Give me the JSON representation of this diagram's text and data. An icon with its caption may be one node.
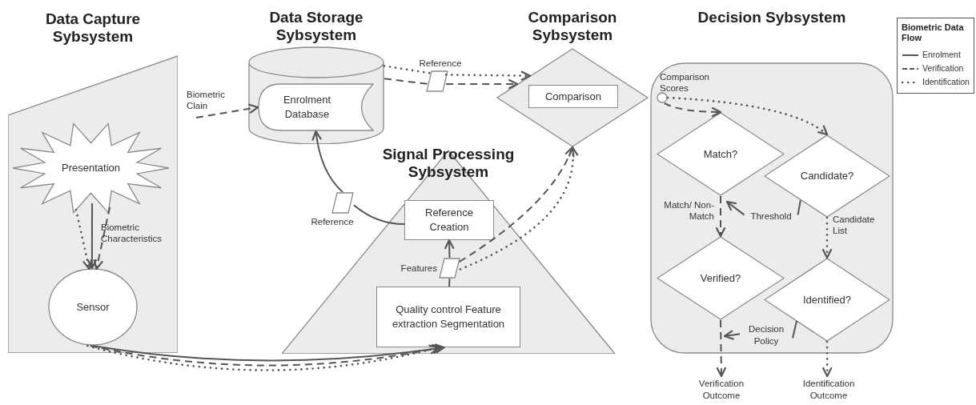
{
  "diagram": {
    "nodes": [
      {
        "text": [
          "Data Capture Sybsystem"
        ]
      },
      {
        "text": [
          "Presentation"
        ],
        "in": 0
      },
      {
        "text": [
          "Sensor"
        ],
        "in": 0
      },
      {
        "text": [
          "Data Storage Sybsystem"
        ]
      },
      {
        "text": [
          "Enrolment Database"
        ],
        "in": 3
      },
      {
        "text": [
          "Signal Processing Sybsystem"
        ]
      },
      {
        "text": [
          "Reference Creation"
        ],
        "in": 5
      },
      {
        "text": [
          "Quality control Feature extraction Segmentation"
        ],
        "in": 5
      },
      {
        "text": [
          "Comparison Sybsystem"
        ]
      },
      {
        "text": [
          "Comparison"
        ],
        "in": 8
      },
      {
        "text": [
          "Decision Sybsystem"
        ]
      },
      {
        "text": [
          "Match?"
        ],
        "in": 10
      },
      {
        "text": [
          "Candidate?"
        ],
        "in": 10
      },
      {
        "text": [
          "Verified?"
        ],
        "in": 10
      },
      {
        "text": [
          "Identified?"
        ],
        "in": 10
      },
      {
        "text": [
          "Verification Outcome"
        ]
      },
      {
        "text": [
          "Identification Outcome"
        ]
      },
      {
        "text": [],
        "shape": "parallelogram",
        "beside": [
          "Reference"
        ]
      },
      {
        "text": [],
        "shape": "parallelogram",
        "beside": [
          "Reference"
        ]
      },
      {
        "text": [],
        "shape": "parallelogram",
        "beside": [
          "Features"
        ],
        "in": 5
      },
      {
        "text": [],
        "shape": "circle",
        "beside": [
          "Comparison Scores"
        ],
        "in": 10
      },
      {
        "text": [
          "Threshold"
        ],
        "in": 10
      },
      {
        "text": [
          "Decision Policy"
        ],
        "in": 10
      }
    ],
    "edges": [
      {
        "from": 1,
        "to": 2,
        "arrow": "to"
      },
      {
        "from": 1,
        "to": 2,
        "arrow": "to",
        "style": "dashed",
        "label": "Biometric Characteristics"
      },
      {
        "from": 1,
        "to": 2,
        "arrow": "to",
        "style": "dashed"
      },
      {
        "from": 2,
        "to": 7,
        "arrow": "to"
      },
      {
        "from": 2,
        "to": 7,
        "arrow": "to",
        "style": "dashed"
      },
      {
        "from": 2,
        "to": 7,
        "arrow": "to",
        "style": "dashed"
      },
      {
        "from": 7,
        "to": 19,
        "arrow": "none"
      },
      {
        "from": 19,
        "to": 6,
        "arrow": "to"
      },
      {
        "from": 19,
        "to": 8,
        "arrow": "to",
        "style": "dashed"
      },
      {
        "from": 19,
        "to": 8,
        "arrow": "to",
        "style": "dashed"
      },
      {
        "from": 6,
        "to": 18,
        "arrow": "none"
      },
      {
        "from": 18,
        "to": 4,
        "arrow": "to"
      },
      {
        "from": 3,
        "to": 17,
        "arrow": "none",
        "style": "dashed"
      },
      {
        "from": 17,
        "to": 8,
        "arrow": "to",
        "style": "dashed"
      },
      {
        "from": 3,
        "to": 17,
        "arrow": "none",
        "style": "dashed"
      },
      {
        "from": 17,
        "to": 8,
        "arrow": "to",
        "style": "dashed"
      },
      {
        "from": null,
        "to": 4,
        "arrow": "to",
        "style": "dashed",
        "label": "Biometric Clain"
      },
      {
        "from": 20,
        "to": 11,
        "arrow": "to",
        "style": "dashed"
      },
      {
        "from": 20,
        "to": 12,
        "arrow": "to",
        "style": "dashed"
      },
      {
        "from": 11,
        "to": 13,
        "arrow": "to",
        "style": "dashed",
        "label": "Match/ Non-Match"
      },
      {
        "from": 12,
        "to": 14,
        "arrow": "to",
        "style": "dashed",
        "label": "Candidate List"
      },
      {
        "from": 13,
        "to": 15,
        "arrow": "to",
        "style": "dashed"
      },
      {
        "from": 14,
        "to": 16,
        "arrow": "to",
        "style": "dashed"
      },
      {
        "from": 21,
        "to": null,
        "arrow": "to"
      },
      {
        "from": 21,
        "to": 12,
        "arrow": "none"
      },
      {
        "from": 22,
        "to": null,
        "arrow": "to"
      },
      {
        "from": 22,
        "to": 14,
        "arrow": "none"
      }
    ],
    "labels": [
      "Biometric Data Flow"
    ],
    "legend": [
      {
        "text": "Enrolment"
      },
      {
        "text": "Verification"
      },
      {
        "text": "Identification"
      }
    ]
  }
}
